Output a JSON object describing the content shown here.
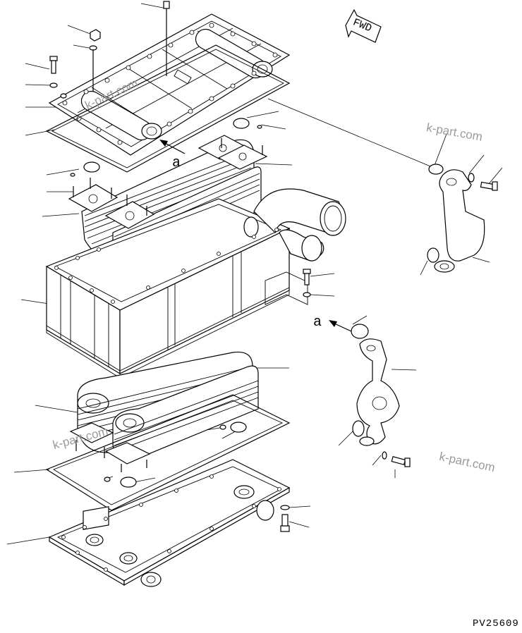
{
  "drawing": {
    "view_label_1": "a",
    "view_label_2": "a",
    "direction_label": "FWD",
    "drawing_number": "PV25609"
  },
  "watermarks": [
    "k-part.com",
    "k-part.com",
    "k-part.com",
    "k-part.com"
  ]
}
